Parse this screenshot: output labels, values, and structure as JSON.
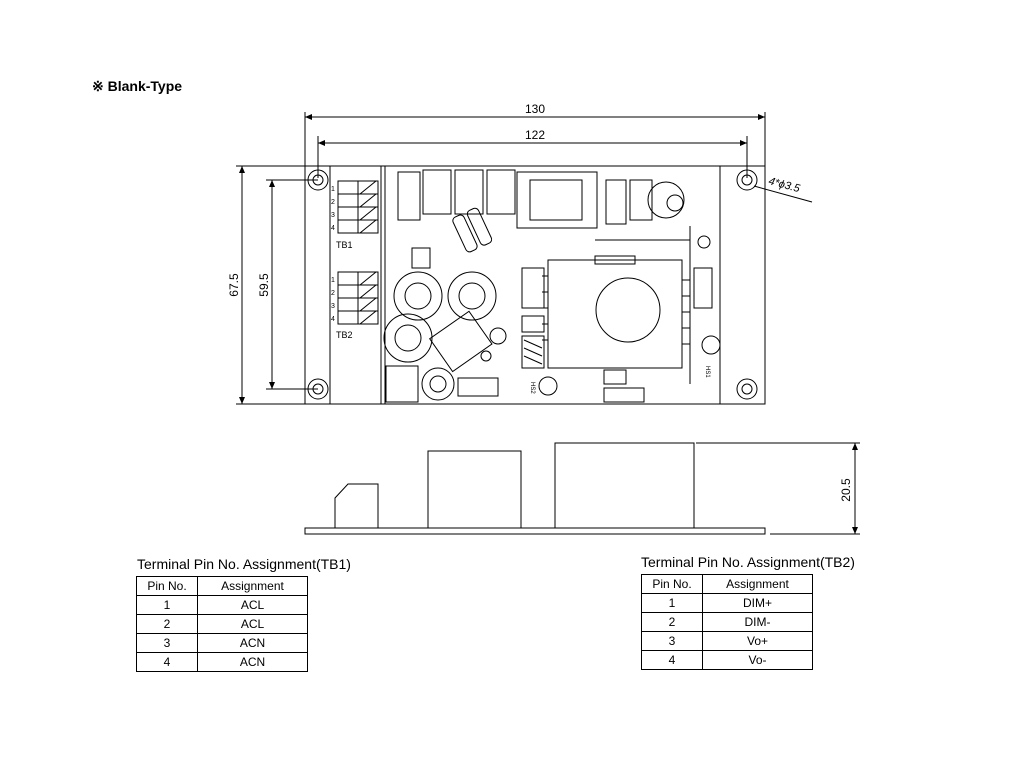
{
  "title": "※ Blank-Type",
  "dimensions": {
    "overall_width": "130",
    "hole_spacing_width": "122",
    "overall_height": "67.5",
    "hole_spacing_height": "59.5",
    "mount_holes": "4*ϕ3.5",
    "side_height": "20.5"
  },
  "board_labels": {
    "tb1": "TB1",
    "tb2": "TB2",
    "pin_numbers": [
      "1",
      "2",
      "3",
      "4"
    ],
    "hs1": "HS1",
    "hs2": "HS2"
  },
  "tb1_table": {
    "title": "Terminal Pin No. Assignment(TB1)",
    "headers": [
      "Pin No.",
      "Assignment"
    ],
    "rows": [
      {
        "pin": "1",
        "assignment": "ACL"
      },
      {
        "pin": "2",
        "assignment": "ACL"
      },
      {
        "pin": "3",
        "assignment": "ACN"
      },
      {
        "pin": "4",
        "assignment": "ACN"
      }
    ]
  },
  "tb2_table": {
    "title": "Terminal Pin No. Assignment(TB2)",
    "headers": [
      "Pin No.",
      "Assignment"
    ],
    "rows": [
      {
        "pin": "1",
        "assignment": "DIM+"
      },
      {
        "pin": "2",
        "assignment": "DIM-"
      },
      {
        "pin": "3",
        "assignment": "Vo+"
      },
      {
        "pin": "4",
        "assignment": "Vo-"
      }
    ]
  }
}
